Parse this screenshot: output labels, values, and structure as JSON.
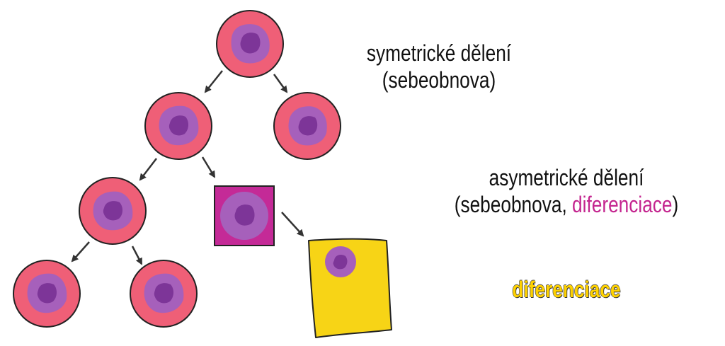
{
  "colors": {
    "cell_outer": "#ef5f77",
    "cell_middle": "#a660bb",
    "nucleus": "#7d3598",
    "progenitor_square": "#c42a97",
    "differentiated_cell": "#f7d416",
    "arrow": "#333333",
    "text": "#111111",
    "text_magenta": "#c4258f",
    "text_yellow": "#ffd200"
  },
  "labels": {
    "symmetric_line1": "symetrické dělení",
    "symmetric_line2": "(sebeobnova)",
    "asymmetric_line1": "asymetrické dělení",
    "asymmetric_line2_prefix": "(sebeobnova, ",
    "asymmetric_line2_highlight": "diferenciace",
    "asymmetric_line2_suffix": ")",
    "differentiation": "diferenciace"
  },
  "icons": {
    "stem_cell": "stem-cell-icon",
    "progenitor_cell": "progenitor-square-icon",
    "differentiated_cell": "differentiated-cell-icon",
    "arrow": "arrow-icon"
  }
}
